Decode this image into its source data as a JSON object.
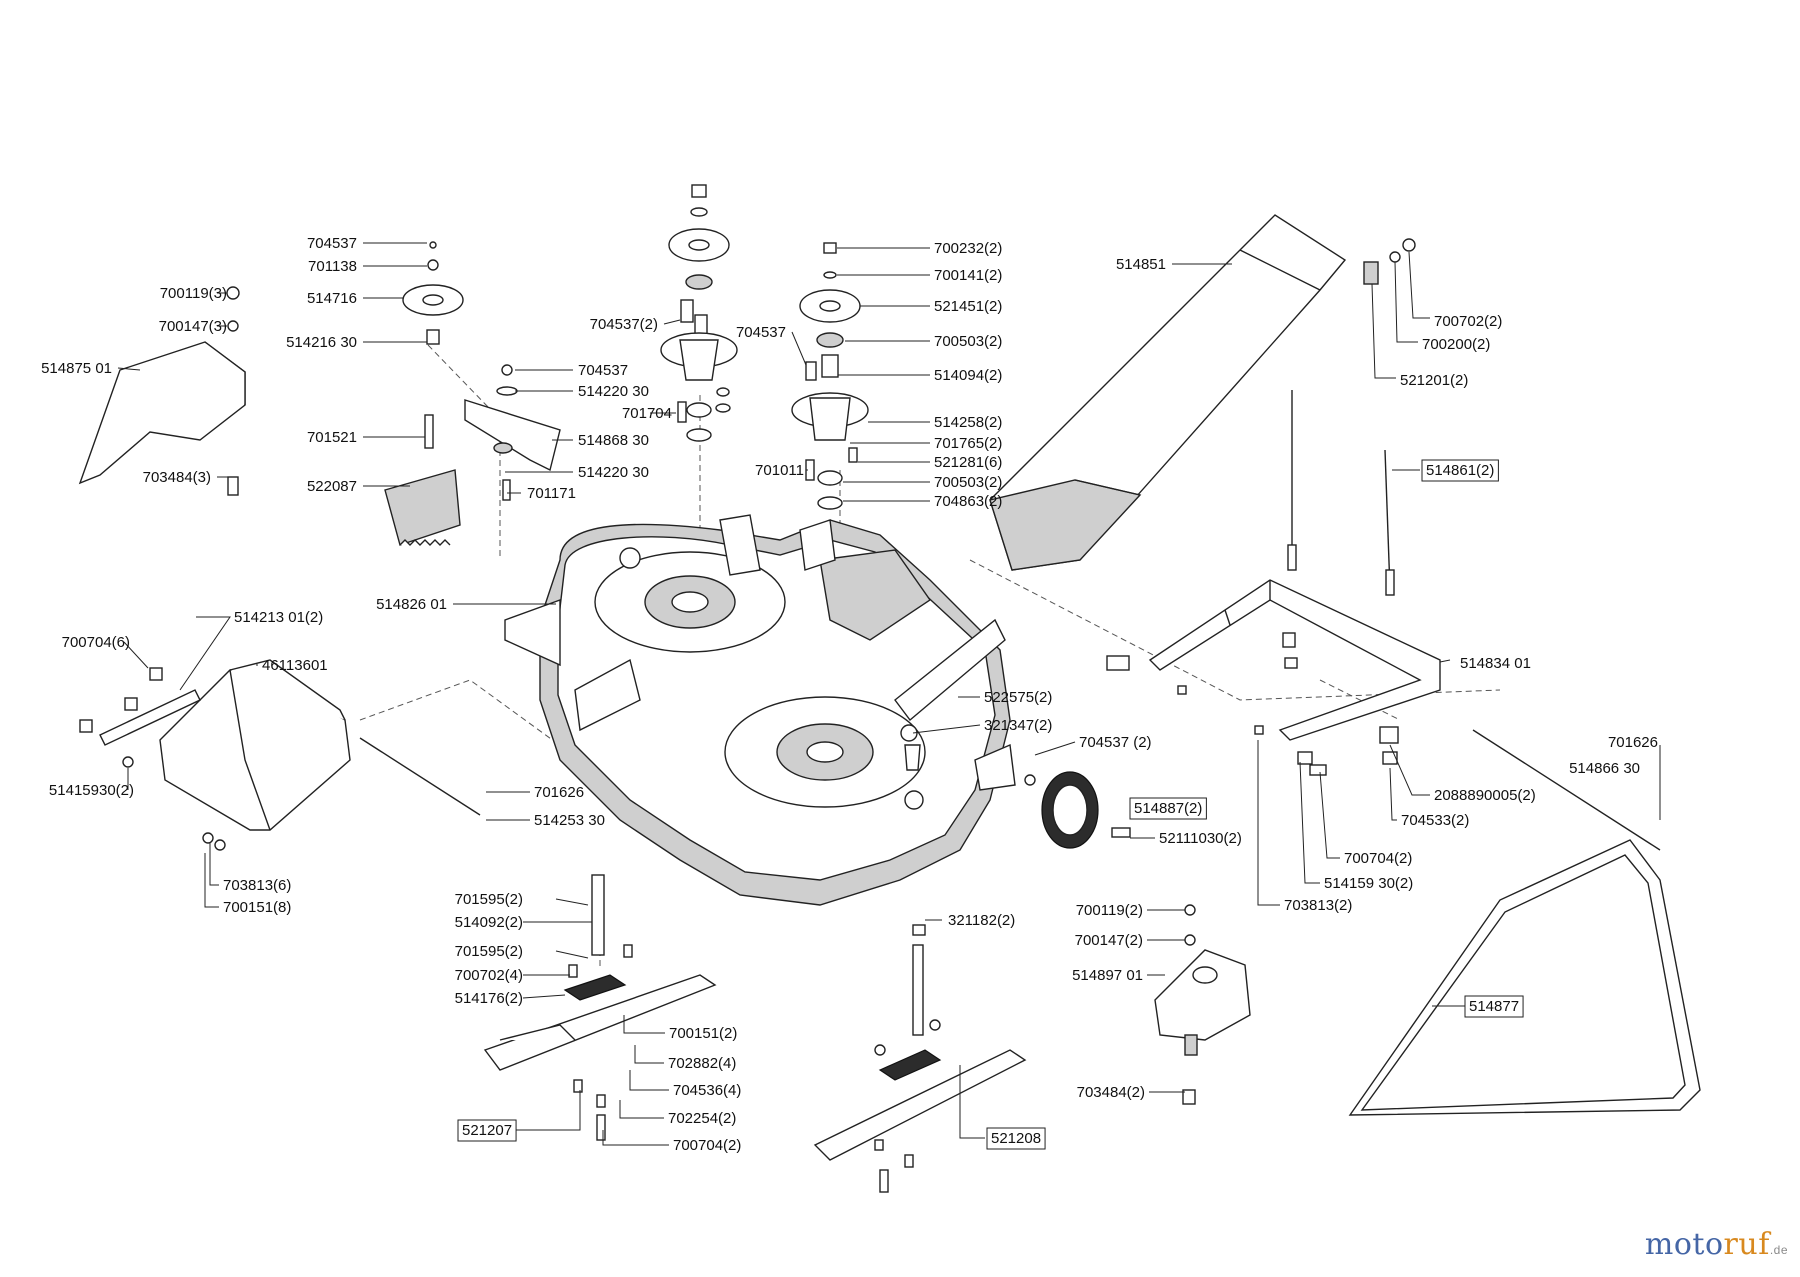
{
  "callouts": [
    {
      "t": "704537"
    },
    {
      "t": "701138"
    },
    {
      "t": "700119(3)"
    },
    {
      "t": "514716"
    },
    {
      "t": "700147(3)"
    },
    {
      "t": "514216 30"
    },
    {
      "t": "514875 01"
    },
    {
      "t": "703484(3)"
    },
    {
      "t": "704537"
    },
    {
      "t": "514220 30"
    },
    {
      "t": "701521"
    },
    {
      "t": "514868 30"
    },
    {
      "t": "514220 30"
    },
    {
      "t": "522087"
    },
    {
      "t": "701171"
    },
    {
      "t": "704537(2)"
    },
    {
      "t": "701704"
    },
    {
      "t": "700232(2)"
    },
    {
      "t": "700141(2)"
    },
    {
      "t": "521451(2)"
    },
    {
      "t": "704537"
    },
    {
      "t": "700503(2)"
    },
    {
      "t": "514094(2)"
    },
    {
      "t": "514258(2)"
    },
    {
      "t": "701765(2)"
    },
    {
      "t": "521281(6)"
    },
    {
      "t": "701011"
    },
    {
      "t": "700503(2)"
    },
    {
      "t": "704863(2)"
    },
    {
      "t": "514851"
    },
    {
      "t": "700702(2)"
    },
    {
      "t": "700200(2)"
    },
    {
      "t": "521201(2)"
    },
    {
      "t": "514861(2)",
      "boxed": true
    },
    {
      "t": "514826 01"
    },
    {
      "t": "514213 01(2)"
    },
    {
      "t": "700704(6)"
    },
    {
      "t": "46113601"
    },
    {
      "t": "51415930(2)"
    },
    {
      "t": "701626"
    },
    {
      "t": "514253 30"
    },
    {
      "t": "703813(6)"
    },
    {
      "t": "700151(8)"
    },
    {
      "t": "522575(2)"
    },
    {
      "t": "321347(2)"
    },
    {
      "t": "704537 (2)"
    },
    {
      "t": "514887(2)",
      "boxed": true
    },
    {
      "t": "52111030(2)"
    },
    {
      "t": "514834 01"
    },
    {
      "t": "701626"
    },
    {
      "t": "514866 30"
    },
    {
      "t": "2088890005(2)"
    },
    {
      "t": "704533(2)"
    },
    {
      "t": "700704(2)"
    },
    {
      "t": "514159 30(2)"
    },
    {
      "t": "703813(2)"
    },
    {
      "t": "701595(2)"
    },
    {
      "t": "514092(2)"
    },
    {
      "t": "701595(2)"
    },
    {
      "t": "700702(4)"
    },
    {
      "t": "514176(2)"
    },
    {
      "t": "700151(2)"
    },
    {
      "t": "702882(4)"
    },
    {
      "t": "704536(4)"
    },
    {
      "t": "702254(2)"
    },
    {
      "t": "700704(2)"
    },
    {
      "t": "521207",
      "boxed": true
    },
    {
      "t": "321182(2)"
    },
    {
      "t": "521208",
      "boxed": true
    },
    {
      "t": "700119(2)"
    },
    {
      "t": "700147(2)"
    },
    {
      "t": "514897 01"
    },
    {
      "t": "703484(2)"
    },
    {
      "t": "514877",
      "boxed": true
    }
  ],
  "logo": {
    "part1": "moto",
    "part2": "ruf",
    "suffix": ".de"
  }
}
